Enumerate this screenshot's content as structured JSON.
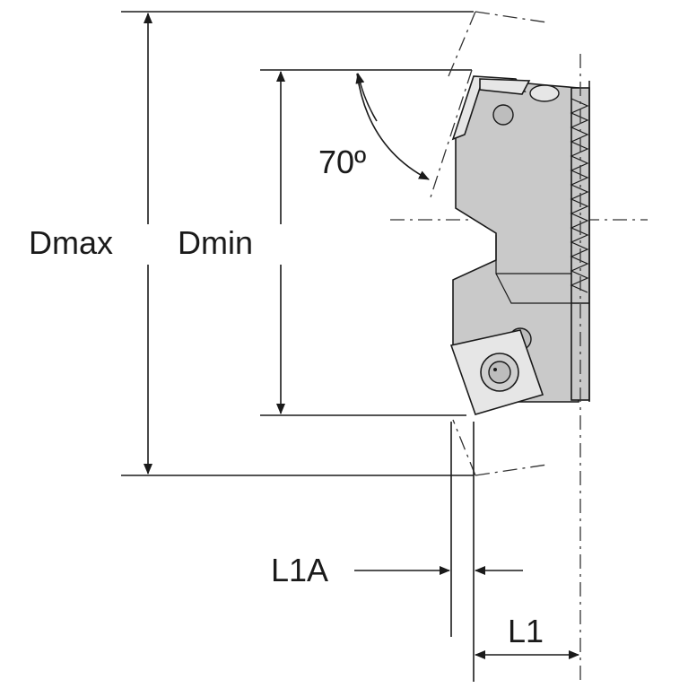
{
  "labels": {
    "dmax": "Dmax",
    "dmin": "Dmin",
    "angle": "70º",
    "l1a": "L1A",
    "l1": "L1"
  },
  "colors": {
    "body": "#c9c9c9",
    "line": "#1a1a1a",
    "insert": "#e6e6e6"
  }
}
